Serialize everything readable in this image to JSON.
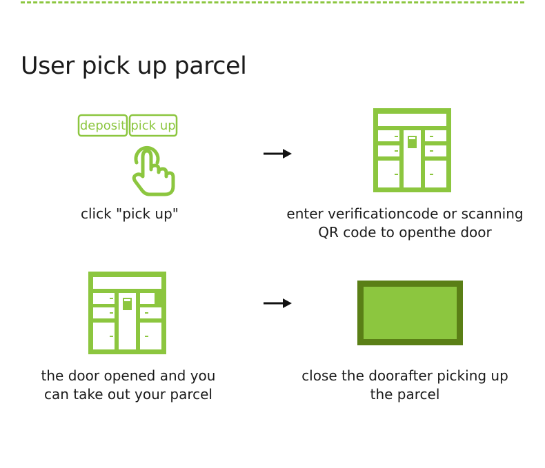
{
  "title": "User pick up parcel",
  "colors": {
    "accent": "#8cc63f",
    "accent_dark": "#5a7f16",
    "arrow": "#111111",
    "text": "#1a1a1a"
  },
  "steps": [
    {
      "buttons": {
        "deposit": "deposit",
        "pickup": "pick up"
      },
      "icon": "hand-pointer-icon",
      "caption": [
        "click \"pick up\""
      ]
    },
    {
      "icon": "locker-icon",
      "caption": [
        "enter verificationcode or scanning",
        "QR code to openthe door"
      ]
    },
    {
      "icon": "locker-open-door-icon",
      "caption": [
        "the door opened and you",
        "can take out your parcel"
      ]
    },
    {
      "icon": "closed-door-icon",
      "caption": [
        "close the doorafter picking up",
        "the parcel"
      ]
    }
  ],
  "arrows": [
    "arrow-right-icon",
    "arrow-right-icon"
  ]
}
